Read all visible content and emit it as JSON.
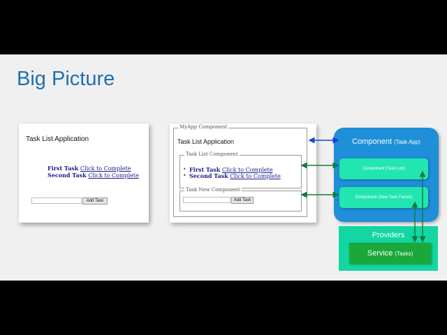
{
  "slide": {
    "title": "Big Picture"
  },
  "left_app": {
    "title": "Task List Application",
    "tasks": [
      {
        "name": "First Task",
        "link": "Click to Complete"
      },
      {
        "name": "Second Task",
        "link": "Click to Complete"
      }
    ],
    "add_button": "Add Task"
  },
  "middle_app": {
    "legend": "MyApp Component",
    "title": "Task List Application",
    "task_list_legend": "Task List Component",
    "tasks": [
      {
        "name": "First Task",
        "link": "Click to Complete"
      },
      {
        "name": "Second Task",
        "link": "Click to Complete"
      }
    ],
    "task_new_legend": "Task New Component",
    "add_button": "Add Task"
  },
  "diagram": {
    "component_app": {
      "label": "Component",
      "sub": "(Task App)"
    },
    "component_list": {
      "label": "Component",
      "sub": "(Task List)"
    },
    "component_form": {
      "label": "Component",
      "sub": "(New Task Forum)"
    },
    "providers": "Providers",
    "service": {
      "label": "Service",
      "sub": "(Tasks)"
    }
  },
  "colors": {
    "title": "#1f6fb2",
    "component": "#1e8fd8",
    "sub_component": "#22e6b0",
    "providers": "#13d6a3",
    "service": "#1aa838",
    "blue_arrow": "#1a3fd6",
    "green_arrow": "#137a3e"
  }
}
